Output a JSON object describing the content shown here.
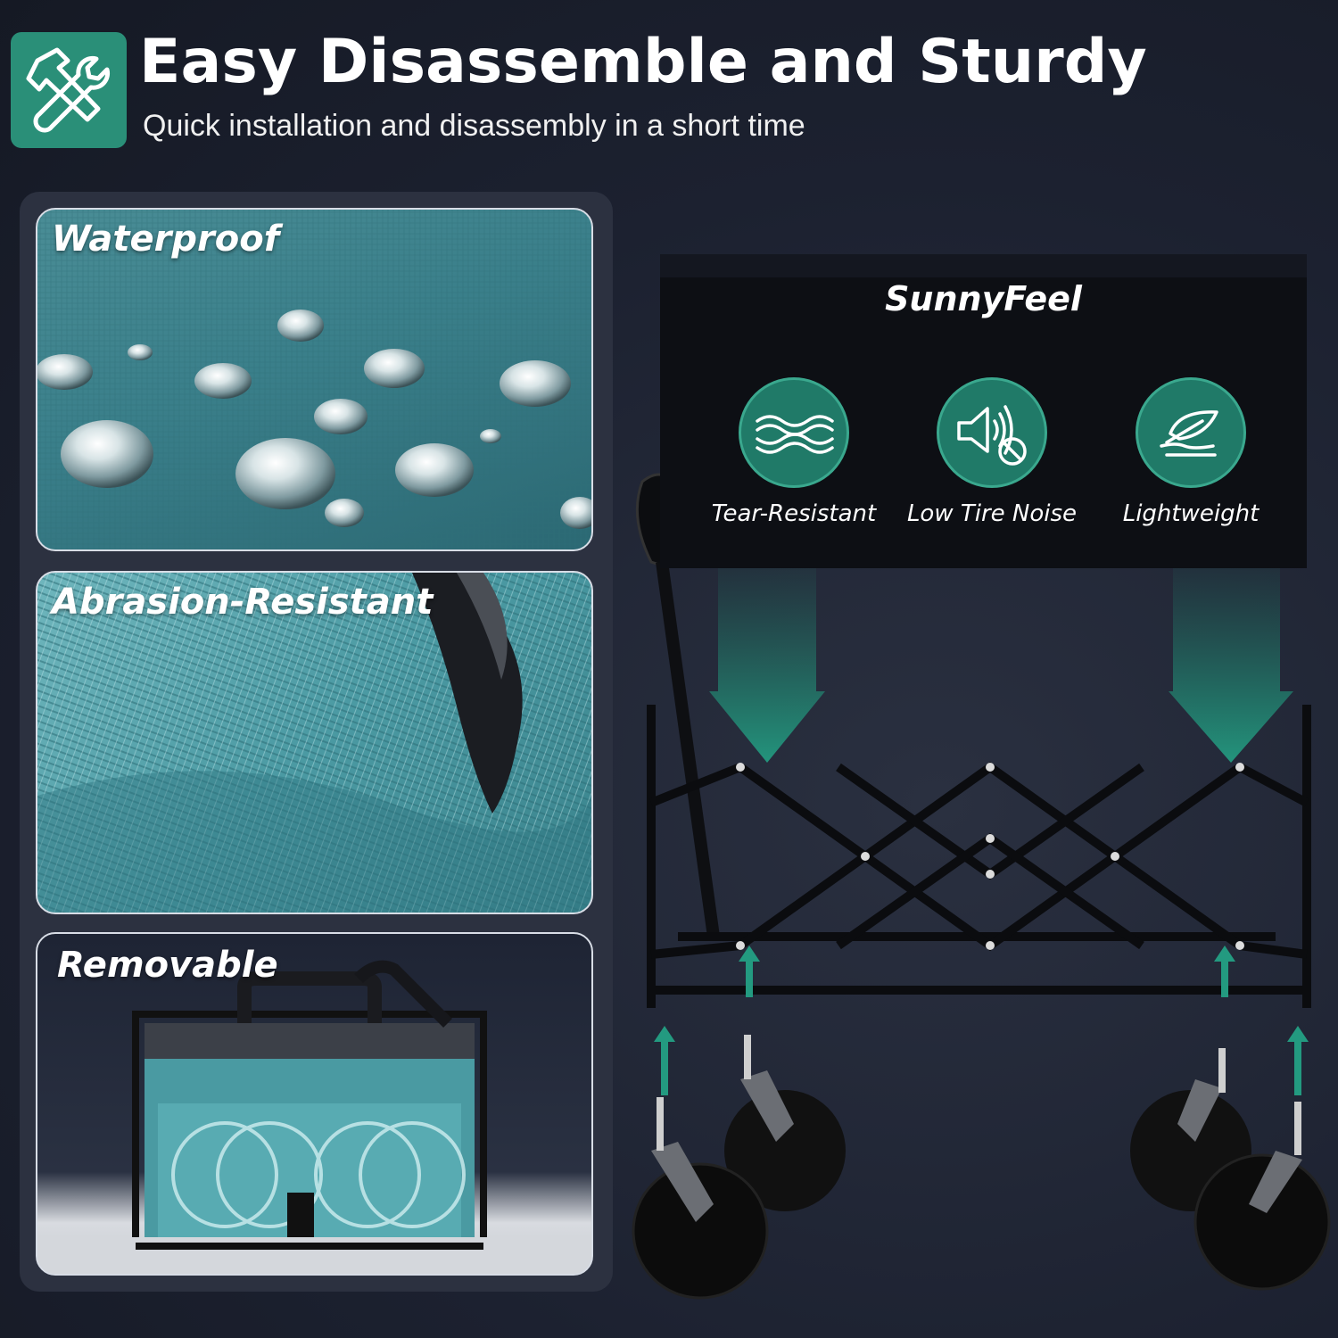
{
  "header": {
    "title": "Easy Disassemble and Sturdy",
    "subtitle": "Quick installation and disassembly in a short time",
    "icon": "tools-icon",
    "accent_color": "#2a8f78"
  },
  "tiles": [
    {
      "label": "Waterproof"
    },
    {
      "label": "Abrasion-Resistant"
    },
    {
      "label": "Removable"
    }
  ],
  "banner": {
    "brand": "SunnyFeel",
    "features": [
      {
        "label": "Tear-Resistant",
        "icon": "fabric-weave-icon"
      },
      {
        "label": "Low Tire Noise",
        "icon": "speaker-mute-icon"
      },
      {
        "label": "Lightweight",
        "icon": "feather-icon"
      }
    ]
  }
}
